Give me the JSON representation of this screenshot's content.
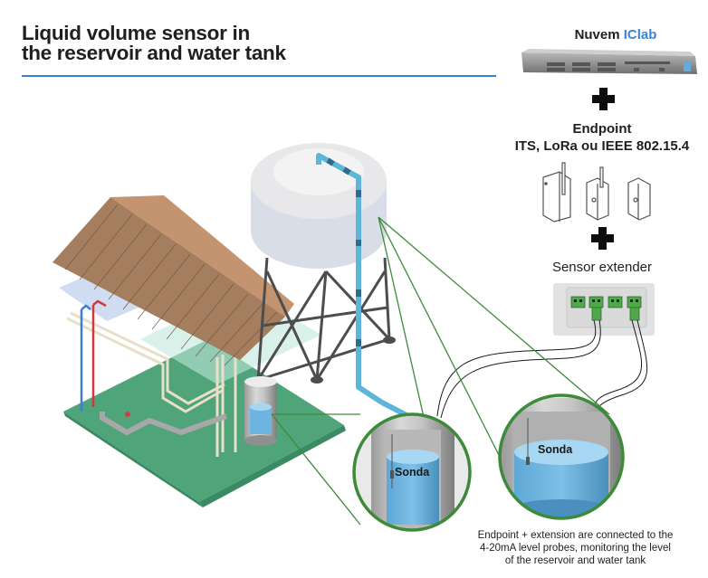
{
  "header": {
    "title_line1": "Liquid volume sensor in",
    "title_line2": "the reservoir and water tank",
    "rule_color": "#3a7fd5"
  },
  "stack": {
    "cloud_prefix": "Nuvem ",
    "cloud_brand": "IClab",
    "brand_color": "#3a85d8",
    "server_icon": "rack-server-icon",
    "plus_icon": "plus-icon",
    "endpoint_title": "Endpoint",
    "endpoint_protocols": "ITS, LoRa ou IEEE 802.15.4",
    "endpoint_devices": [
      "endpoint-device-antenna-large",
      "endpoint-device-antenna-small",
      "endpoint-device-no-antenna"
    ],
    "extender_title": "Sensor extender",
    "extender_ports": 4
  },
  "scene": {
    "building": "building-with-roof-icon",
    "water_tower": "elevated-water-tank-icon",
    "reservoir": "reservoir-cylinder-icon",
    "magnifier_left_label": "Sonda",
    "magnifier_right_label": "Sonda",
    "accent_green": "#3d8a3a",
    "water_blue": "#6fb8e0"
  },
  "caption": {
    "line1": "Endpoint + extension are connected to the",
    "line2": "4-20mA level probes, monitoring the level",
    "line3": "of the reservoir and water tank"
  }
}
